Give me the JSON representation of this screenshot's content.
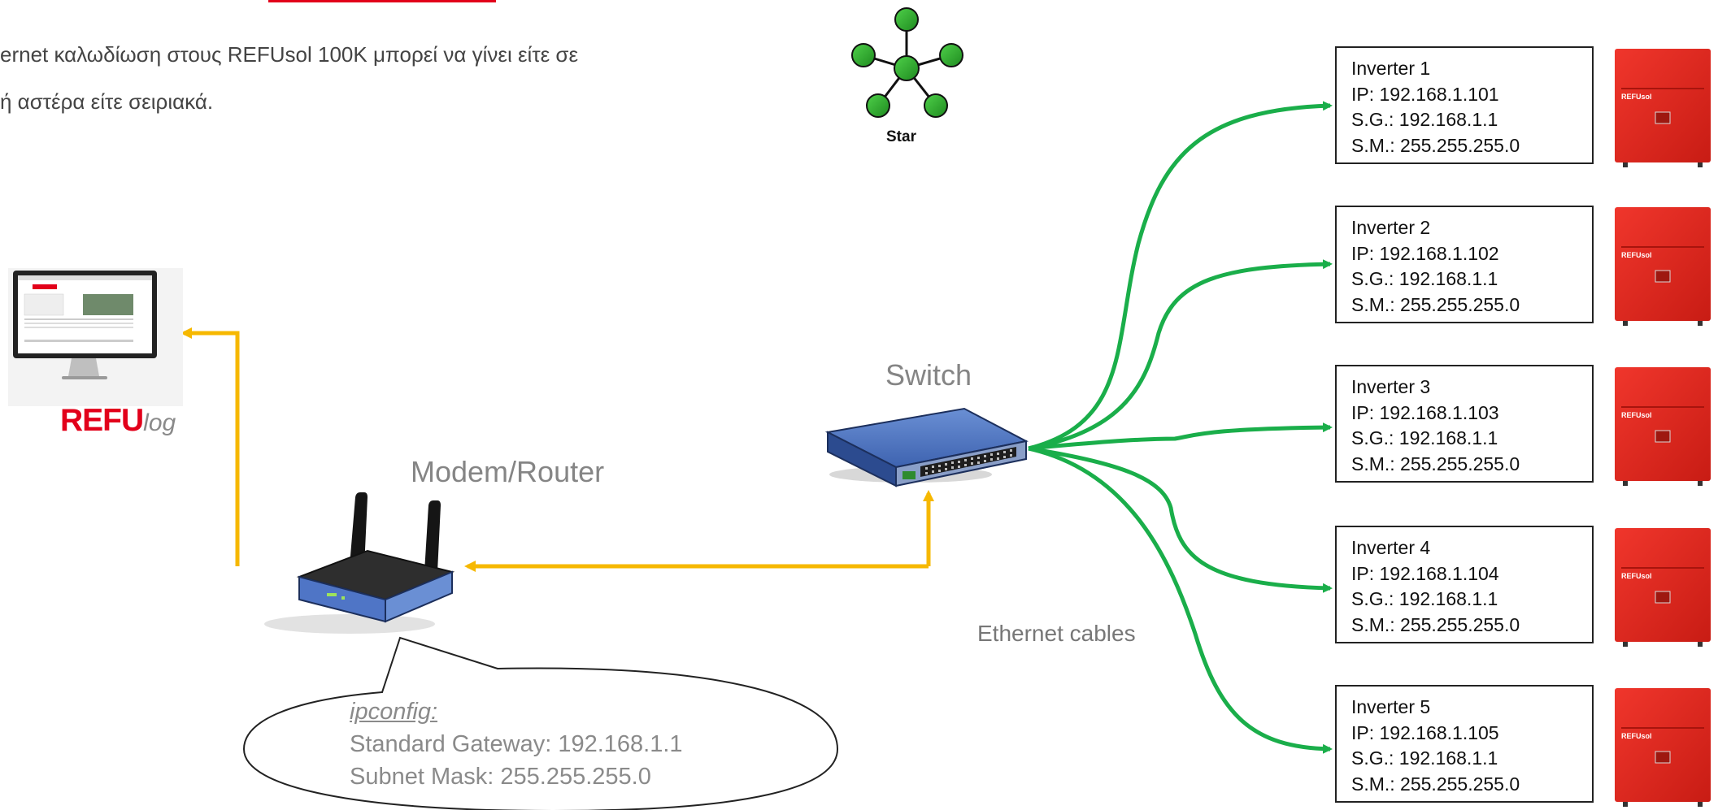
{
  "intro": {
    "line1": "ernet καλωδίωση στους REFUsol 100K μπορεί να γίνει είτε σε",
    "line2": "ή αστέρα είτε σειριακά."
  },
  "topology": {
    "label": "Star"
  },
  "refulog": {
    "logo_bold": "REFU",
    "logo_italic": "log"
  },
  "labels": {
    "switch": "Switch",
    "router": "Modem/Router",
    "cables": "Ethernet cables"
  },
  "ipconfig": {
    "heading": "ipconfig:",
    "gateway": "Standard Gateway: 192.168.1.1",
    "mask": "Subnet Mask: 255.255.255.0"
  },
  "inverters": [
    {
      "name": "Inverter 1",
      "ip": "IP: 192.168.1.101",
      "sg": "S.G.: 192.168.1.1",
      "sm": "S.M.: 255.255.255.0"
    },
    {
      "name": "Inverter 2",
      "ip": "IP: 192.168.1.102",
      "sg": "S.G.: 192.168.1.1",
      "sm": "S.M.: 255.255.255.0"
    },
    {
      "name": "Inverter 3",
      "ip": "IP: 192.168.1.103",
      "sg": "S.G.: 192.168.1.1",
      "sm": "S.M.: 255.255.255.0"
    },
    {
      "name": "Inverter 4",
      "ip": "IP: 192.168.1.104",
      "sg": "S.G.: 192.168.1.1",
      "sm": "S.M.: 255.255.255.0"
    },
    {
      "name": "Inverter 5",
      "ip": "IP: 192.168.1.105",
      "sg": "S.G.: 192.168.1.1",
      "sm": "S.M.: 255.255.255.0"
    }
  ],
  "inverter_brand": "REFUsol",
  "colors": {
    "green_cable": "#1aae4a",
    "yellow_cable": "#f6b800",
    "inverter_red": "#e8271e",
    "brand_red": "#e2001a"
  }
}
